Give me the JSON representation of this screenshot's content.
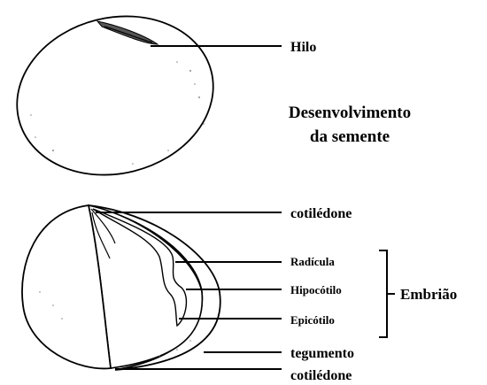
{
  "title": {
    "line1": "Desenvolvimento",
    "line2": "da semente"
  },
  "labels": {
    "hilo": "Hilo",
    "cotiledone_top": "cotilédone",
    "radicula": "Radícula",
    "hipocotilo": "Hipocótilo",
    "epicotilo": "Epicótilo",
    "embriao": "Embrião",
    "tegumento": "tegumento",
    "cotiledone_bottom": "cotilédone"
  }
}
